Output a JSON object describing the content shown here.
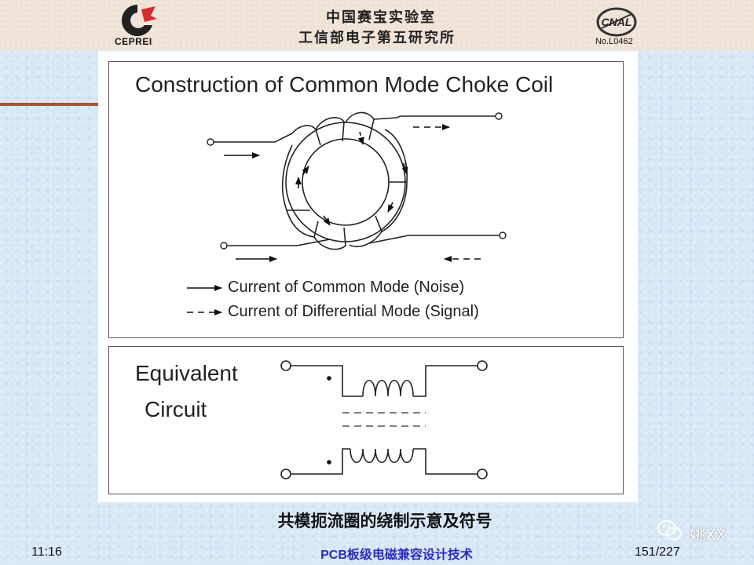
{
  "header": {
    "line1": "中国赛宝实验室",
    "line2": "工信部电子第五研究所",
    "left_logo_text": "CEPREI",
    "right_logo_text": "CNAL",
    "right_logo_no": "No.L0462"
  },
  "diagram": {
    "title": "Construction of Common Mode Choke Coil",
    "legend_common": "Current of Common Mode (Noise)",
    "legend_diff": "Current of Differential Mode (Signal)",
    "equivalent_line1": "Equivalent",
    "equivalent_line2": "Circuit"
  },
  "caption": "共模扼流圈的绕制示意及符号",
  "watermark": "姚XX",
  "footer": {
    "time": "11:16",
    "title": "PCB板级电磁兼容设计技术",
    "page": "151/227"
  },
  "colors": {
    "background": "#d9e8f7",
    "header_bg": "#efe3d8",
    "red_accent": "#d93a3a",
    "footer_title": "#2a2acb",
    "logo_red": "#d62d2d"
  }
}
